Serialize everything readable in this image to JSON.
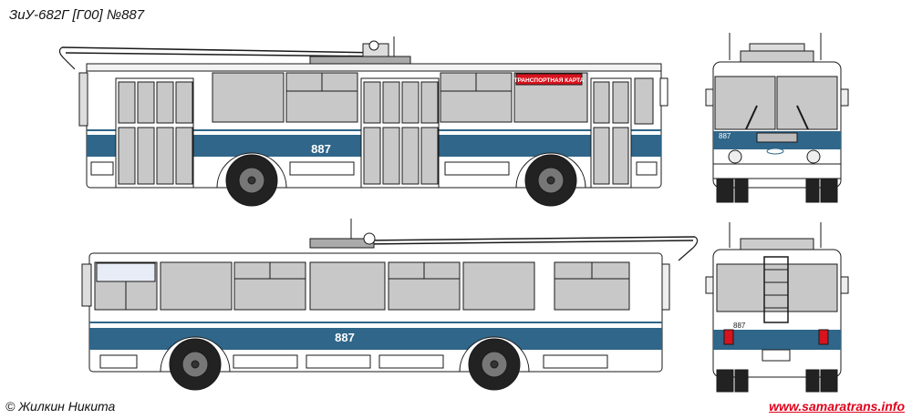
{
  "drawing": {
    "title": "ЗиУ-682Г [Г00] №887",
    "fleet_number": "887",
    "route_sign": "ТРАНСПОРТНАЯ КАРТА",
    "author": "© Жилкин Никита",
    "website": "www.samaratrans.info"
  },
  "colors": {
    "body": "#ffffff",
    "stripe": "#2f6689",
    "glass": "#c8c8c8",
    "outline": "#1a1a1a",
    "sign": "#d8131e",
    "link": "#e0001a"
  },
  "views": [
    "side-right",
    "front",
    "side-left",
    "rear"
  ]
}
